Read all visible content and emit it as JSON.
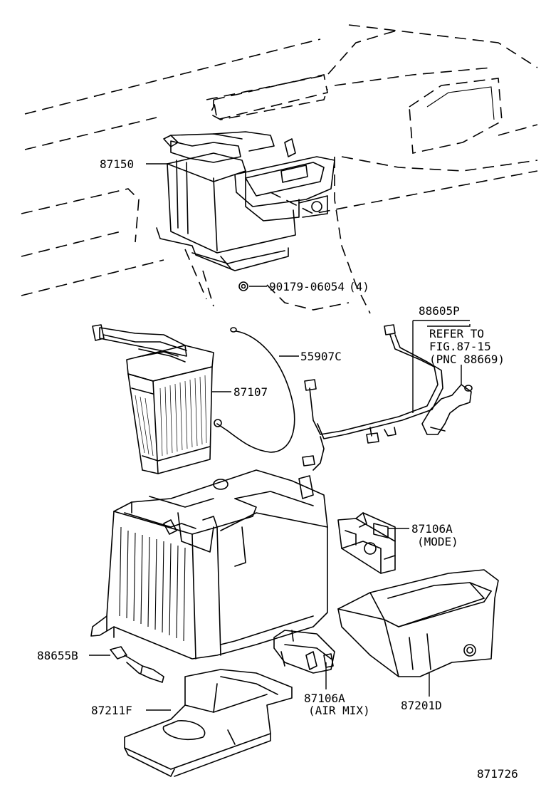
{
  "diagram_id": "871726",
  "callouts": [
    {
      "id": "heater-unit",
      "label": "87150"
    },
    {
      "id": "screw",
      "label": "90179-06054",
      "qty": "(4)"
    },
    {
      "id": "wire-harness",
      "label": "88605P"
    },
    {
      "id": "refer-note",
      "lines": [
        "REFER TO",
        "FIG.87-15",
        "(PNC 88669)"
      ]
    },
    {
      "id": "sensor-wire",
      "label": "55907C"
    },
    {
      "id": "heater-core",
      "label": "87107"
    },
    {
      "id": "servo-mode",
      "label": "87106A",
      "sub": "(MODE)"
    },
    {
      "id": "clip",
      "label": "88655B"
    },
    {
      "id": "servo-airmix",
      "label": "87106A",
      "sub": "(AIR MIX)"
    },
    {
      "id": "case-cover",
      "label": "87211F"
    },
    {
      "id": "case-lower",
      "label": "87201D"
    }
  ]
}
